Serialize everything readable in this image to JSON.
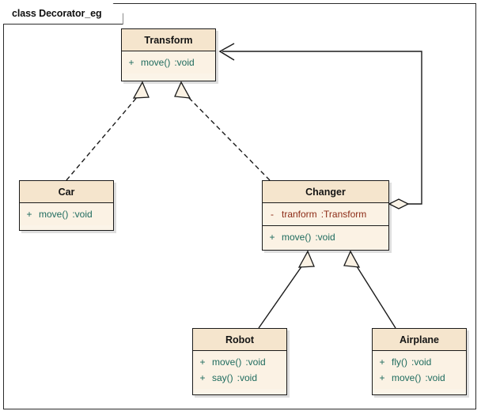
{
  "frame": {
    "label": "class Decorator_eg"
  },
  "colors": {
    "class_header_fill": "#f5e5cd",
    "class_body_fill": "#fbf2e4",
    "class_border": "#1b1b1b",
    "operation_text": "#1e6b5e",
    "attribute_text": "#8c2b16",
    "line": "#1b1b1b",
    "background": "#ffffff"
  },
  "classes": [
    {
      "id": "transform",
      "name": "Transform",
      "attributes": [],
      "operations": [
        {
          "visibility": "+",
          "name": "move()",
          "type": ":void"
        }
      ]
    },
    {
      "id": "car",
      "name": "Car",
      "attributes": [],
      "operations": [
        {
          "visibility": "+",
          "name": "move()",
          "type": ":void"
        }
      ]
    },
    {
      "id": "changer",
      "name": "Changer",
      "attributes": [
        {
          "visibility": "-",
          "name": "tranform",
          "type": ":Transform"
        }
      ],
      "operations": [
        {
          "visibility": "+",
          "name": "move()",
          "type": ":void"
        }
      ]
    },
    {
      "id": "robot",
      "name": "Robot",
      "attributes": [],
      "operations": [
        {
          "visibility": "+",
          "name": "move()",
          "type": ":void"
        },
        {
          "visibility": "+",
          "name": "say()",
          "type": ":void"
        }
      ]
    },
    {
      "id": "airplane",
      "name": "Airplane",
      "attributes": [],
      "operations": [
        {
          "visibility": "+",
          "name": "fly()",
          "type": ":void"
        },
        {
          "visibility": "+",
          "name": "move()",
          "type": ":void"
        }
      ]
    }
  ],
  "relationships": [
    {
      "id": "car-realizes-transform",
      "type": "realization",
      "from": "Car",
      "to": "Transform"
    },
    {
      "id": "changer-realizes-transform",
      "type": "realization",
      "from": "Changer",
      "to": "Transform"
    },
    {
      "id": "robot-extends-changer",
      "type": "generalization",
      "from": "Robot",
      "to": "Changer"
    },
    {
      "id": "airplane-extends-changer",
      "type": "generalization",
      "from": "Airplane",
      "to": "Changer"
    },
    {
      "id": "changer-aggregates-transform",
      "type": "aggregation",
      "from": "Changer",
      "to": "Transform"
    }
  ]
}
